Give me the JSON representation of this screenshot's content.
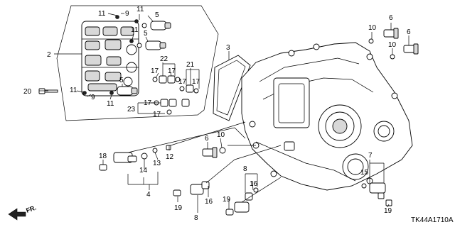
{
  "diagram_code": "TK44A1710A",
  "direction_label": "FR.",
  "labels": [
    {
      "id": "c1",
      "text": "11"
    },
    {
      "id": "c2",
      "text": "9"
    },
    {
      "id": "c3",
      "text": "11"
    },
    {
      "id": "c4",
      "text": "5"
    },
    {
      "id": "c5",
      "text": "11"
    },
    {
      "id": "c6",
      "text": "5"
    },
    {
      "id": "c7",
      "text": "22"
    },
    {
      "id": "c8",
      "text": "17"
    },
    {
      "id": "c9",
      "text": "17"
    },
    {
      "id": "c10",
      "text": "21"
    },
    {
      "id": "c11",
      "text": "17"
    },
    {
      "id": "c12",
      "text": "17"
    },
    {
      "id": "c13",
      "text": "2"
    },
    {
      "id": "c14",
      "text": "20"
    },
    {
      "id": "c15",
      "text": "11"
    },
    {
      "id": "c16",
      "text": "9"
    },
    {
      "id": "c17",
      "text": "5"
    },
    {
      "id": "c18",
      "text": "11"
    },
    {
      "id": "c19",
      "text": "17"
    },
    {
      "id": "c20",
      "text": "23"
    },
    {
      "id": "c21",
      "text": "17"
    },
    {
      "id": "c22",
      "text": "3"
    },
    {
      "id": "c23",
      "text": "10"
    },
    {
      "id": "c24",
      "text": "6"
    },
    {
      "id": "c25",
      "text": "6"
    },
    {
      "id": "c26",
      "text": "10"
    },
    {
      "id": "c27",
      "text": "6"
    },
    {
      "id": "c28",
      "text": "10"
    },
    {
      "id": "c29",
      "text": "18"
    },
    {
      "id": "c30",
      "text": "12"
    },
    {
      "id": "c31",
      "text": "13"
    },
    {
      "id": "c32",
      "text": "14"
    },
    {
      "id": "c33",
      "text": "4"
    },
    {
      "id": "c34",
      "text": "8"
    },
    {
      "id": "c35",
      "text": "16"
    },
    {
      "id": "c36",
      "text": "7"
    },
    {
      "id": "c37",
      "text": "15"
    },
    {
      "id": "c38",
      "text": "19"
    },
    {
      "id": "c39",
      "text": "16"
    },
    {
      "id": "c40",
      "text": "19"
    },
    {
      "id": "c41",
      "text": "8"
    },
    {
      "id": "c42",
      "text": "19"
    }
  ]
}
